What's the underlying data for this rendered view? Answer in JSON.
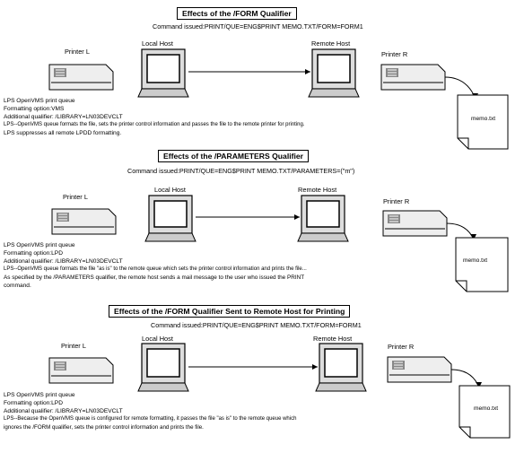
{
  "panels": [
    {
      "title": "Effects of the /FORM Qualifier",
      "command": "Command issued:PRINT/QUE=ENG$PRINT MEMO.TXT/FORM=FORM1",
      "printer_l": "Printer L",
      "local_host": "Local Host",
      "remote_host": "Remote Host",
      "printer_r": "Printer R",
      "memo": "memo.txt",
      "notes": [
        "LPS OpenVMS print queue",
        "Formatting option:VMS",
        "Additional qualifier: /LIBRARY=LN03DEVCLT",
        "LPS--OpenVMS queue formats the file, sets the printer control information and passes the file to the remote printer for printing.",
        "LPS suppresses all remote LPDD formatting."
      ]
    },
    {
      "title": "Effects of the /PARAMETERS Qualifier",
      "command": "Command issued:PRINT/QUE=ENG$PRINT MEMO.TXT/PARAMETERS=(\"m\")",
      "printer_l": "Printer L",
      "local_host": "Local Host",
      "remote_host": "Remote Host",
      "printer_r": "Printer R",
      "memo": "memo.txt",
      "notes": [
        "LPS OpenVMS print queue",
        "Formatting option:LPD",
        "Additional qualifier: /LIBRARY=LN03DEVCLT",
        "LPS--OpenVMS queue formats the file \"as is\" to the remote queue which sets the printer control information and prints the file...",
        "As specified by the /PARAMETERS qualifier, the remote host sends a mail message to the user who issued the PRINT",
        "command."
      ]
    },
    {
      "title": "Effects of the /FORM Qualifier Sent to Remote Host for Printing",
      "command": "Command issued:PRINT/QUE=ENG$PRINT MEMO.TXT/FORM=FORM1",
      "printer_l": "Printer L",
      "local_host": "Local Host",
      "remote_host": "Remote Host",
      "printer_r": "Printer R",
      "memo": "memo.txt",
      "notes": [
        "LPS OpenVMS print queue",
        "Formatting option:LPD",
        "Additional qualifier: /LIBRARY=LN03DEVCLT",
        "LPS--Because the OpenVMS queue is configured for remote formatting, it passes the file \"as is\" to the remote queue which",
        "ignores the /FORM qualifier, sets the printer control information and prints the file."
      ]
    }
  ]
}
